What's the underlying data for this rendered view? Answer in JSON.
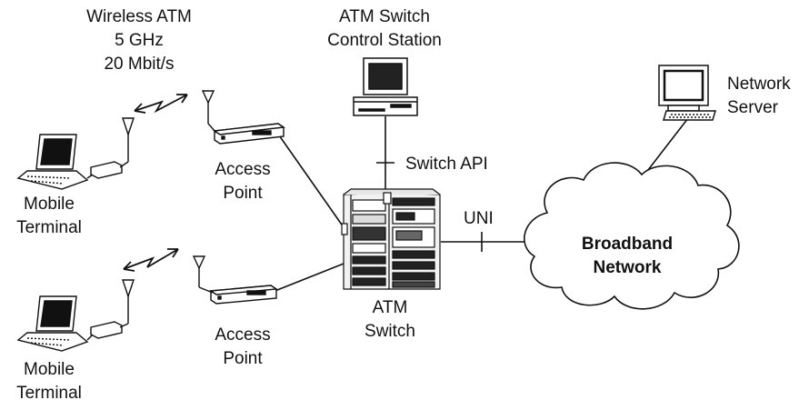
{
  "wireless": {
    "line1": "Wireless ATM",
    "line2": "5 GHz",
    "line3": "20 Mbit/s"
  },
  "control_station": {
    "line1": "ATM Switch",
    "line2": "Control Station"
  },
  "network_server": {
    "line1": "Network",
    "line2": "Server"
  },
  "switch_api": "Switch API",
  "uni": "UNI",
  "broadband": {
    "line1": "Broadband",
    "line2": "Network"
  },
  "access_point_1": {
    "line1": "Access",
    "line2": "Point"
  },
  "access_point_2": {
    "line1": "Access",
    "line2": "Point"
  },
  "atm_switch": {
    "line1": "ATM",
    "line2": "Switch"
  },
  "mobile_terminal_1": {
    "line1": "Mobile",
    "line2": "Terminal"
  },
  "mobile_terminal_2": {
    "line1": "Mobile",
    "line2": "Terminal"
  }
}
